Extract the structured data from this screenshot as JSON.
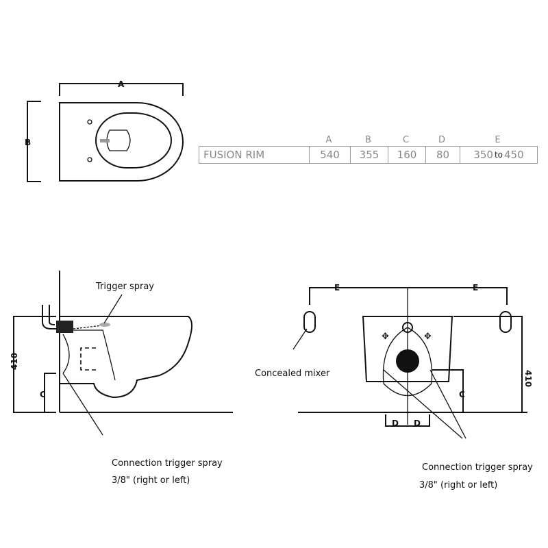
{
  "top_view": {
    "dim_a": "A",
    "dim_b": "B"
  },
  "table": {
    "headers": [
      "A",
      "B",
      "C",
      "D",
      "E"
    ],
    "row": {
      "name": "FUSION RIM",
      "a": "540",
      "b": "355",
      "c": "160",
      "d": "80",
      "e_from": "350",
      "e_to_word": "to",
      "e_to": "450"
    }
  },
  "side_view": {
    "trigger_spray": "Trigger spray",
    "height": "410",
    "dim_c": "C",
    "connection_line1": "Connection trigger spray",
    "connection_line2": "3/8\" (right or left)"
  },
  "front_view": {
    "dim_e_left": "E",
    "dim_e_right": "E",
    "concealed_mixer": "Concealed mixer",
    "height": "410",
    "dim_c": "C",
    "dim_d_left": "D",
    "dim_d_right": "D",
    "connection_line1": "Connection trigger spray",
    "connection_line2": "3/8\" (right or left)"
  }
}
